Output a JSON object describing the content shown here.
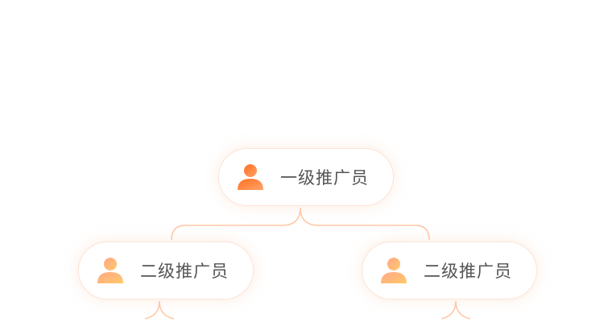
{
  "nodes": {
    "top": {
      "label": "一级推广员",
      "icon": "user-icon"
    },
    "left": {
      "label": "二级推广员",
      "icon": "user-icon"
    },
    "right": {
      "label": "二级推广员",
      "icon": "user-icon"
    }
  },
  "colors": {
    "level1_icon": "#ff7a2e",
    "level2_icon": "#ffb27a",
    "connector": "#ffc6a4"
  }
}
